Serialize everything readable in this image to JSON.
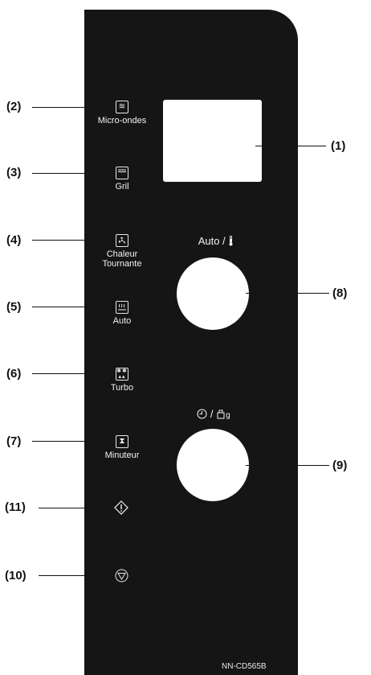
{
  "callouts": {
    "c1": "(1)",
    "c2": "(2)",
    "c3": "(3)",
    "c4": "(4)",
    "c5": "(5)",
    "c6": "(6)",
    "c7": "(7)",
    "c8": "(8)",
    "c9": "(9)",
    "c10": "(10)",
    "c11": "(11)"
  },
  "buttons": {
    "microwave": {
      "label": "Micro-ondes",
      "icon": "microwave-waves-icon"
    },
    "grill": {
      "label": "Gril",
      "icon": "grill-icon"
    },
    "convection": {
      "label_line1": "Chaleur",
      "label_line2": "Tournante",
      "icon": "fan-icon"
    },
    "auto": {
      "label": "Auto",
      "icon": "steam-icon"
    },
    "turbo": {
      "label": "Turbo",
      "icon": "turbo-icon"
    },
    "timer": {
      "label": "Minuteur",
      "icon": "hourglass-icon"
    },
    "start": {
      "icon": "start-icon"
    },
    "stop": {
      "icon": "stop-icon"
    }
  },
  "knobs": {
    "auto_temp_title": "Auto /",
    "time_weight_title": "/",
    "time_weight_unit": "g"
  },
  "model": "NN-CD565B",
  "colors": {
    "panel": "#151515",
    "display": "#ffffff",
    "text_on_panel": "#f2f2f2"
  }
}
